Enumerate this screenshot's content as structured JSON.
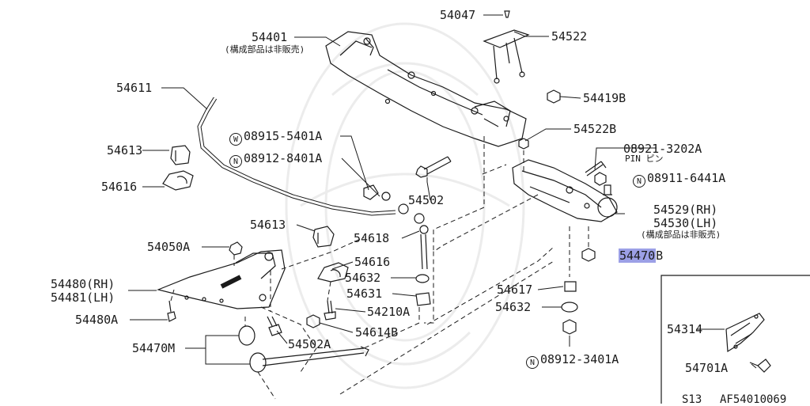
{
  "labels": {
    "p54047": "54047",
    "p54522": "54522",
    "p54401": "54401",
    "p54401_note": "(構成部品は非販売)",
    "p54611": "54611",
    "p54419B": "54419B",
    "p54613a": "54613",
    "p54616a": "54616",
    "w_prefix": "W",
    "p08915": "08915-5401A",
    "n_prefix_1": "N",
    "p08912_8401": "08912-8401A",
    "p54522B": "54522B",
    "p08921": "08921-3202A",
    "pin_label": "PIN ピン",
    "n_prefix_2": "N",
    "p08911": "08911-6441A",
    "p54502": "54502",
    "p54529": "54529(RH)",
    "p54530": "54530(LH)",
    "p54530_note": "(構成部品は非販売)",
    "p54613b": "54613",
    "p54618": "54618",
    "p54050A": "54050A",
    "p54616b": "54616",
    "p54470_hl": "54470",
    "p54470_suffix": "B",
    "p54632a": "54632",
    "p54480RH": "54480(RH)",
    "p54481LH": "54481(LH)",
    "p54631": "54631",
    "p54617": "54617",
    "p54210A": "54210A",
    "p54632b": "54632",
    "p54480A": "54480A",
    "p54614B": "54614B",
    "p54314": "54314",
    "p54470M": "54470M",
    "p54502A": "54502A",
    "n_prefix_3": "N",
    "p08912_3401": "08912-3401A",
    "p54701A": "54701A",
    "model": "S13",
    "diagram_id": "AF54010069"
  },
  "colors": {
    "highlight": "#9ca0e6",
    "ink": "#1a1a1a"
  }
}
